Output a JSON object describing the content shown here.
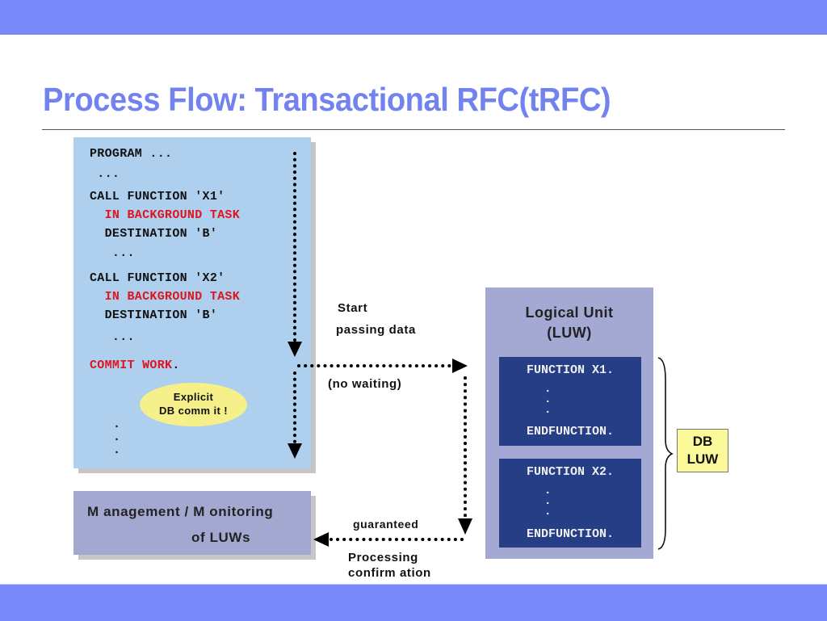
{
  "slide": {
    "title": "Process Flow: Transactional RFC(tRFC)",
    "colors": {
      "band": "#7888f8",
      "title": "#7283f0",
      "program_box": "#aed0ee",
      "luw_box": "#a3a9d2",
      "function_box": "#253e85",
      "highlight_red": "#e0141e",
      "bubble": "#f6f08a",
      "db_luw_box": "#fcf99a"
    }
  },
  "program": {
    "lines": [
      {
        "text": "PROGRAM ...",
        "color": "black"
      },
      {
        "text": " ...",
        "color": "black"
      },
      {
        "text": "CALL FUNCTION 'X1'",
        "color": "black"
      },
      {
        "text": "  IN BACKGROUND TASK",
        "color": "red"
      },
      {
        "text": "  DESTINATION 'B'",
        "color": "black"
      },
      {
        "text": "   ...",
        "color": "black"
      },
      {
        "text": "CALL FUNCTION 'X2'",
        "color": "black"
      },
      {
        "text": "  IN BACKGROUND TASK",
        "color": "red"
      },
      {
        "text": "  DESTINATION 'B'",
        "color": "black"
      },
      {
        "text": "   ...",
        "color": "black"
      }
    ],
    "commit_keyword": "COMMIT WORK",
    "commit_period": ".",
    "bubble_line1": "Explicit",
    "bubble_line2": "DB comm it !",
    "trailing_dots": ".\n.\n."
  },
  "management": {
    "line1": "M anagement / M onitoring",
    "line2": "of LUWs"
  },
  "flow_labels": {
    "start_line1": "Start",
    "start_line2": "passing data",
    "no_waiting": "(no waiting)",
    "guaranteed": "guaranteed",
    "confirm_line1": "Processing",
    "confirm_line2": "confirm ation"
  },
  "luw": {
    "title_line1": "Logical Unit",
    "title_line2": "(LUW)",
    "functions": [
      {
        "start": "FUNCTION X1.",
        "end": "ENDFUNCTION."
      },
      {
        "start": "FUNCTION X2.",
        "end": "ENDFUNCTION."
      }
    ],
    "dots": ".\n.\n."
  },
  "db_luw": {
    "line1": "DB",
    "line2": "LUW"
  }
}
